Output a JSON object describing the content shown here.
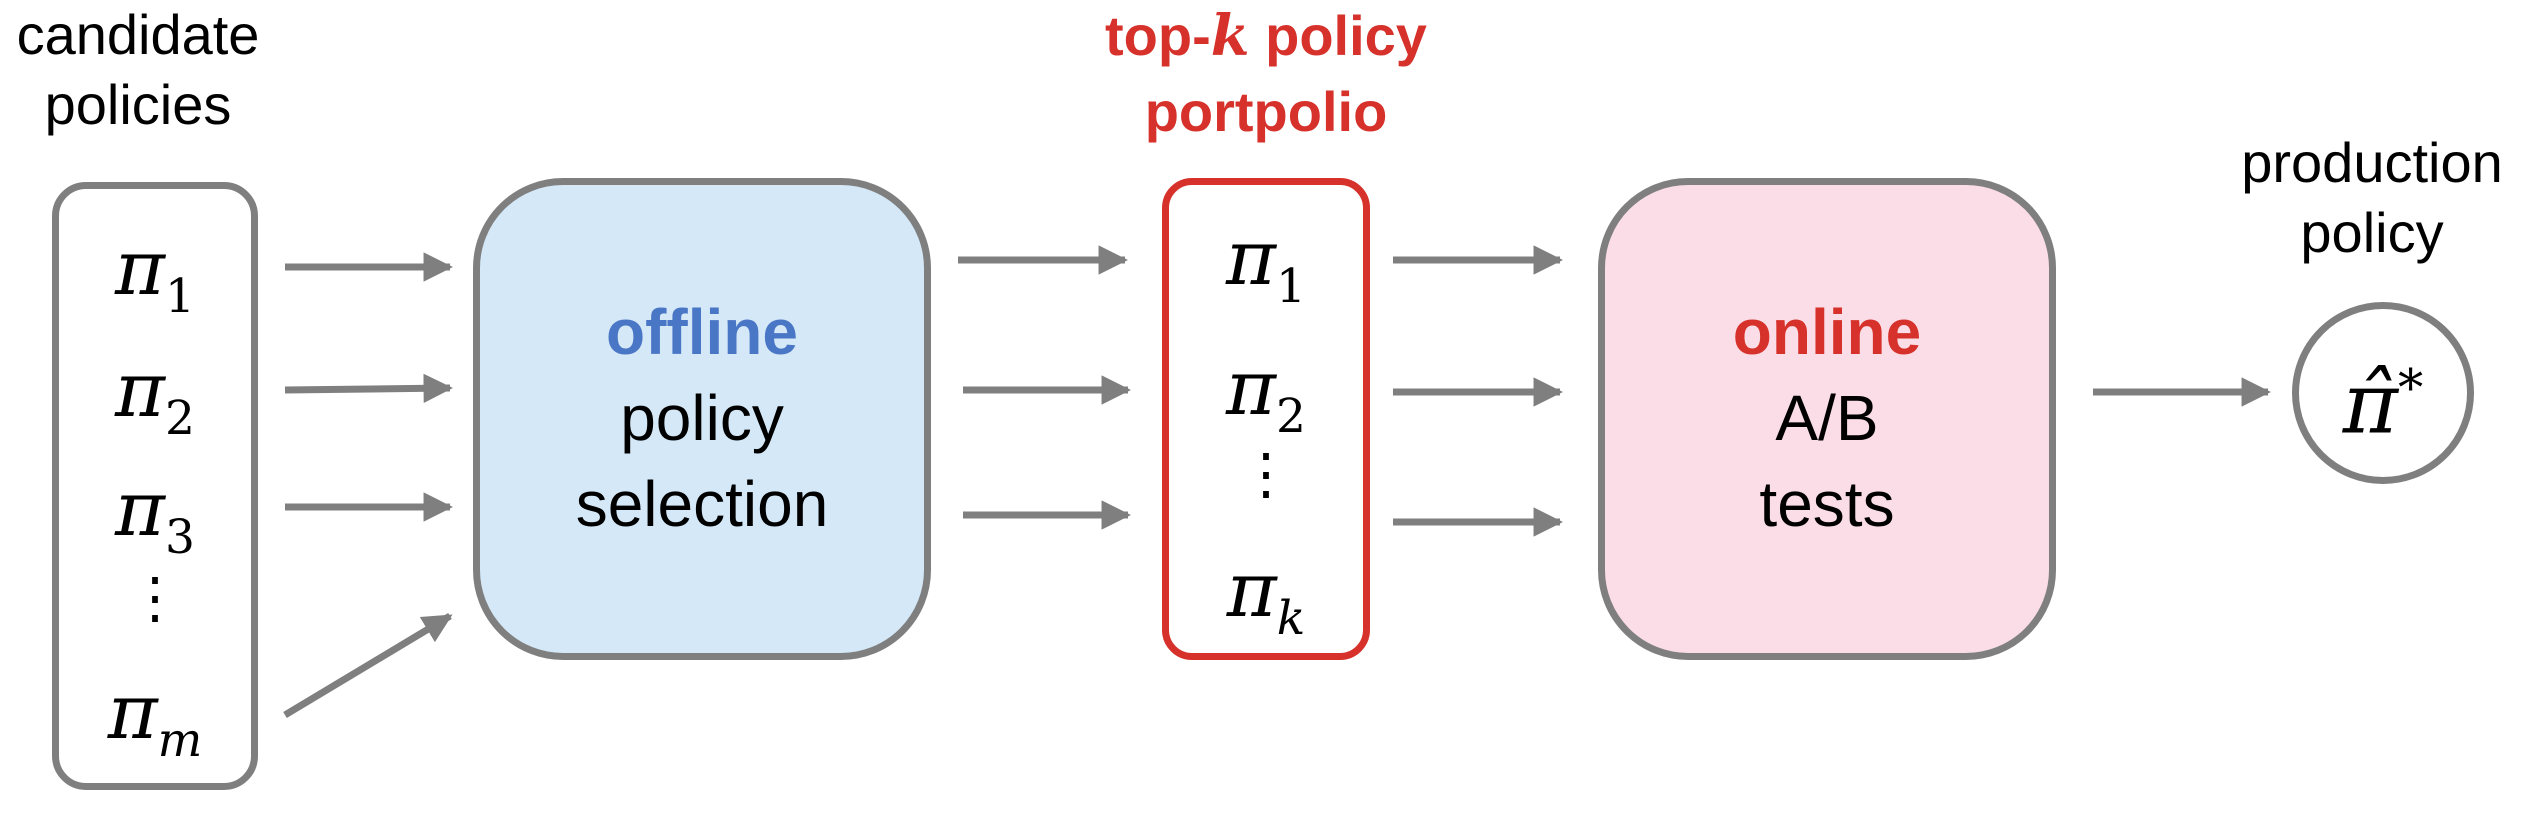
{
  "labels": {
    "candidate": "candidate",
    "policies": "policies",
    "topk_prefix": "top-",
    "topk_k": "k",
    "topk_suffix": " policy",
    "portpolio": "portpolio",
    "production": "production",
    "policy": "policy"
  },
  "candidate_policies": {
    "symbol": "π",
    "items": [
      {
        "sub": "1"
      },
      {
        "sub": "2"
      },
      {
        "sub": "3"
      },
      {
        "sub": "m"
      }
    ],
    "ellipsis": "⋮"
  },
  "offline": {
    "keyword": "offline",
    "line2": "policy",
    "line3": "selection"
  },
  "portfolio": {
    "symbol": "π",
    "items": [
      {
        "sub": "1"
      },
      {
        "sub": "2"
      },
      {
        "sub": "k"
      }
    ],
    "ellipsis": "⋮"
  },
  "online": {
    "keyword": "online",
    "line2": "A/B",
    "line3": "tests"
  },
  "production_policy": {
    "symbol": "π̂",
    "superscript": "*"
  },
  "colors": {
    "border_gray": "#7f7f7f",
    "accent_red": "#d6312a",
    "offline_fill": "#d4e8f7",
    "offline_keyword": "#4a76c6",
    "online_fill": "#fadde6",
    "arrow_gray": "#7f7f7f"
  }
}
